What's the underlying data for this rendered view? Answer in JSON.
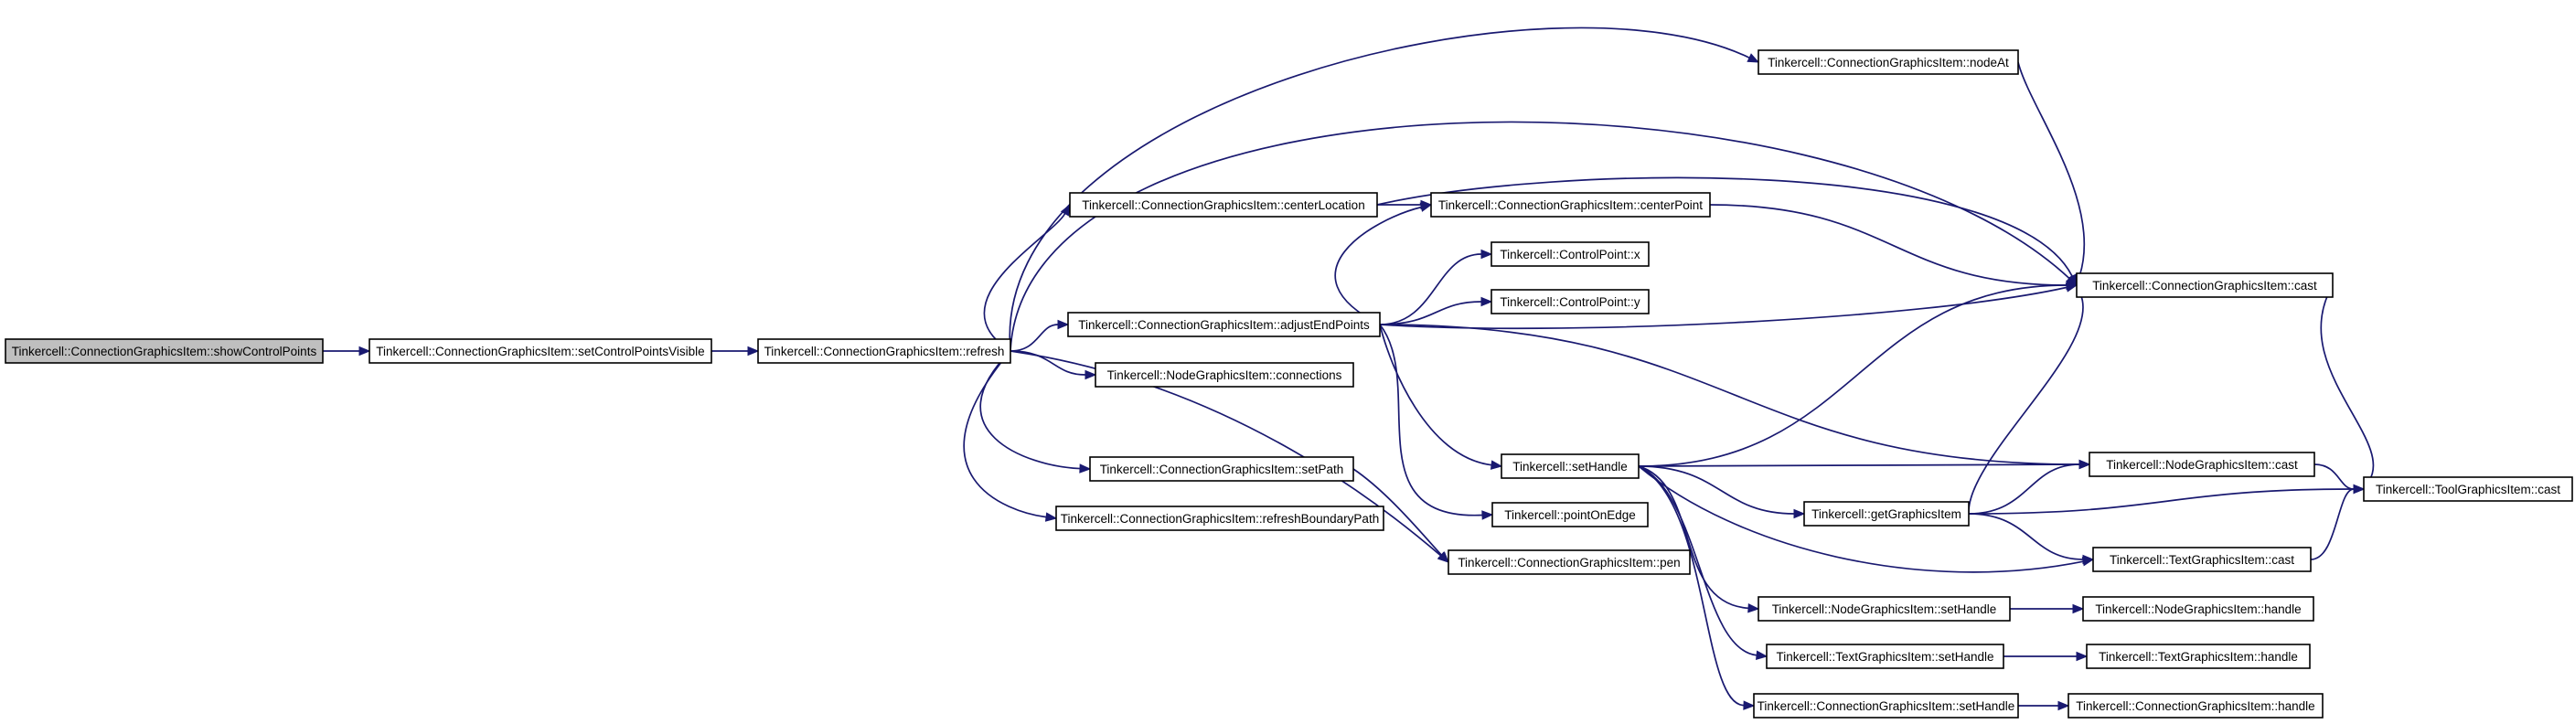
{
  "graph": {
    "root_fill": "#bfbfbf",
    "node_fill": "#ffffff",
    "edge_color": "#191970",
    "nodes": [
      {
        "id": "showControlPoints",
        "label": "Tinkercell::ConnectionGraphicsItem::showControlPoints",
        "root": true
      },
      {
        "id": "setControlPointsVisible",
        "label": "Tinkercell::ConnectionGraphicsItem::setControlPointsVisible"
      },
      {
        "id": "refresh",
        "label": "Tinkercell::ConnectionGraphicsItem::refresh"
      },
      {
        "id": "nodeAt",
        "label": "Tinkercell::ConnectionGraphicsItem::nodeAt"
      },
      {
        "id": "centerLocation",
        "label": "Tinkercell::ConnectionGraphicsItem::centerLocation"
      },
      {
        "id": "centerPoint",
        "label": "Tinkercell::ConnectionGraphicsItem::centerPoint"
      },
      {
        "id": "cpx",
        "label": "Tinkercell::ControlPoint::x"
      },
      {
        "id": "cpy",
        "label": "Tinkercell::ControlPoint::y"
      },
      {
        "id": "adjustEndPoints",
        "label": "Tinkercell::ConnectionGraphicsItem::adjustEndPoints"
      },
      {
        "id": "cgiCast",
        "label": "Tinkercell::ConnectionGraphicsItem::cast"
      },
      {
        "id": "connections",
        "label": "Tinkercell::NodeGraphicsItem::connections"
      },
      {
        "id": "setHandle",
        "label": "Tinkercell::setHandle"
      },
      {
        "id": "ngiCast",
        "label": "Tinkercell::NodeGraphicsItem::cast"
      },
      {
        "id": "tgiToolCast",
        "label": "Tinkercell::ToolGraphicsItem::cast"
      },
      {
        "id": "setPath",
        "label": "Tinkercell::ConnectionGraphicsItem::setPath"
      },
      {
        "id": "getGraphicsItem",
        "label": "Tinkercell::getGraphicsItem"
      },
      {
        "id": "refreshBoundaryPath",
        "label": "Tinkercell::ConnectionGraphicsItem::refreshBoundaryPath"
      },
      {
        "id": "pointOnEdge",
        "label": "Tinkercell::pointOnEdge"
      },
      {
        "id": "pen",
        "label": "Tinkercell::ConnectionGraphicsItem::pen"
      },
      {
        "id": "textCast",
        "label": "Tinkercell::TextGraphicsItem::cast"
      },
      {
        "id": "ngiSetHandle",
        "label": "Tinkercell::NodeGraphicsItem::setHandle"
      },
      {
        "id": "ngiHandle",
        "label": "Tinkercell::NodeGraphicsItem::handle"
      },
      {
        "id": "tgiSetHandle",
        "label": "Tinkercell::TextGraphicsItem::setHandle"
      },
      {
        "id": "tgiHandle",
        "label": "Tinkercell::TextGraphicsItem::handle"
      },
      {
        "id": "cgiSetHandle",
        "label": "Tinkercell::ConnectionGraphicsItem::setHandle"
      },
      {
        "id": "cgiHandle",
        "label": "Tinkercell::ConnectionGraphicsItem::handle"
      }
    ],
    "edges": [
      {
        "from": "showControlPoints",
        "to": "setControlPointsVisible"
      },
      {
        "from": "setControlPointsVisible",
        "to": "refresh"
      },
      {
        "from": "refresh",
        "to": "nodeAt"
      },
      {
        "from": "refresh",
        "to": "cgiCast"
      },
      {
        "from": "refresh",
        "to": "centerLocation"
      },
      {
        "from": "refresh",
        "to": "adjustEndPoints"
      },
      {
        "from": "refresh",
        "to": "connections"
      },
      {
        "from": "refresh",
        "to": "setPath"
      },
      {
        "from": "refresh",
        "to": "refreshBoundaryPath"
      },
      {
        "from": "refresh",
        "to": "pen"
      },
      {
        "from": "nodeAt",
        "to": "cgiCast"
      },
      {
        "from": "centerLocation",
        "to": "centerPoint"
      },
      {
        "from": "centerLocation",
        "to": "cgiCast"
      },
      {
        "from": "centerPoint",
        "to": "cgiCast"
      },
      {
        "from": "adjustEndPoints",
        "to": "centerPoint"
      },
      {
        "from": "adjustEndPoints",
        "to": "cpx"
      },
      {
        "from": "adjustEndPoints",
        "to": "cpy"
      },
      {
        "from": "adjustEndPoints",
        "to": "cgiCast"
      },
      {
        "from": "adjustEndPoints",
        "to": "ngiCast"
      },
      {
        "from": "adjustEndPoints",
        "to": "setHandle"
      },
      {
        "from": "adjustEndPoints",
        "to": "pointOnEdge"
      },
      {
        "from": "cgiCast",
        "to": "tgiToolCast"
      },
      {
        "from": "setHandle",
        "to": "cgiCast"
      },
      {
        "from": "setHandle",
        "to": "ngiCast"
      },
      {
        "from": "setHandle",
        "to": "getGraphicsItem"
      },
      {
        "from": "setHandle",
        "to": "textCast"
      },
      {
        "from": "setHandle",
        "to": "ngiSetHandle"
      },
      {
        "from": "setHandle",
        "to": "tgiSetHandle"
      },
      {
        "from": "setHandle",
        "to": "cgiSetHandle"
      },
      {
        "from": "getGraphicsItem",
        "to": "cgiCast"
      },
      {
        "from": "getGraphicsItem",
        "to": "ngiCast"
      },
      {
        "from": "getGraphicsItem",
        "to": "tgiToolCast"
      },
      {
        "from": "getGraphicsItem",
        "to": "textCast"
      },
      {
        "from": "ngiCast",
        "to": "tgiToolCast"
      },
      {
        "from": "textCast",
        "to": "tgiToolCast"
      },
      {
        "from": "setPath",
        "to": "pen"
      },
      {
        "from": "ngiSetHandle",
        "to": "ngiHandle"
      },
      {
        "from": "tgiSetHandle",
        "to": "tgiHandle"
      },
      {
        "from": "cgiSetHandle",
        "to": "cgiHandle"
      }
    ]
  }
}
